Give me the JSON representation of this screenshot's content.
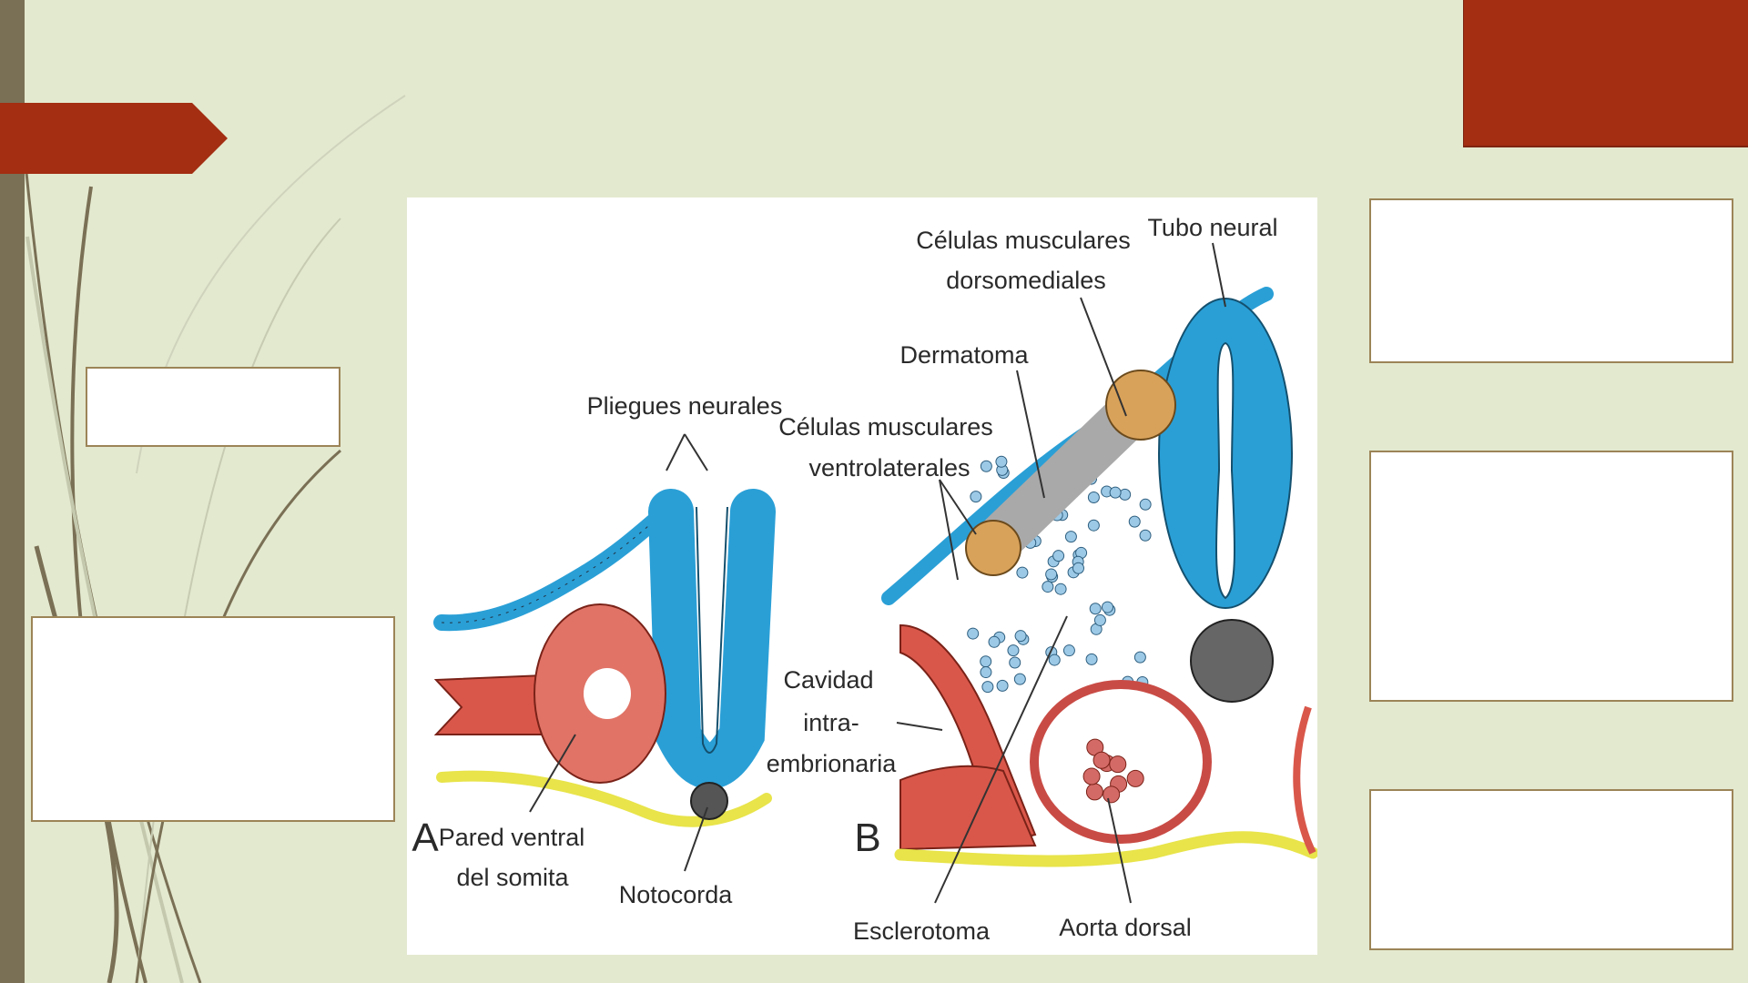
{
  "figure": {
    "panel_a": {
      "letter": "A",
      "labels": {
        "pliegues": "Pliegues neurales",
        "pared_1": "Pared ventral",
        "pared_2": "del somita",
        "notocorda": "Notocorda"
      }
    },
    "panel_b": {
      "letter": "B",
      "labels": {
        "dorsomed_1": "Células musculares",
        "dorsomed_2": "dorsomediales",
        "tubo": "Tubo neural",
        "dermatoma": "Dermatoma",
        "ventrolat_1": "Células musculares",
        "ventrolat_2": "ventrolaterales",
        "cavidad_1": "Cavidad",
        "cavidad_2": "intra-",
        "cavidad_3": "embrionaria",
        "esclerotoma": "Esclerotoma",
        "aorta": "Aorta dorsal"
      }
    },
    "colors": {
      "ectoderm": "#2a9fd6",
      "mesoderm": "#d9574a",
      "endoderm": "#e8e44a",
      "dermatome": "#a9a9a9",
      "myotome": "#d9a25a",
      "notochord": "#555555"
    }
  },
  "theme": {
    "background": "#e3e9cf",
    "accent": "#a32e12",
    "sidebar": "#7a7055",
    "box_border": "#9c8457"
  }
}
